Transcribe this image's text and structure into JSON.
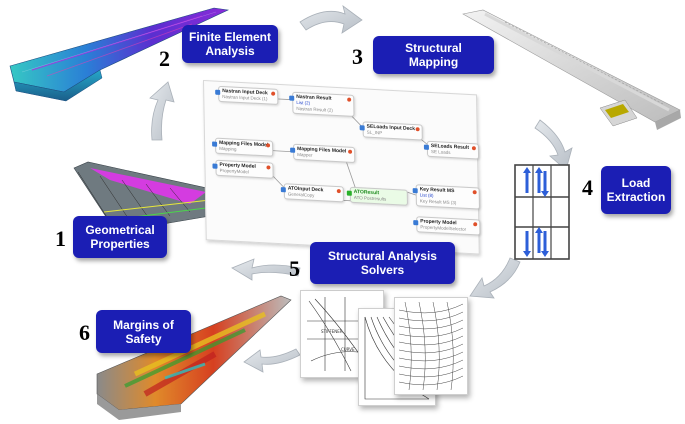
{
  "stages": [
    {
      "number": "1",
      "label_line1": "Geometrical",
      "label_line2": "Properties"
    },
    {
      "number": "2",
      "label_line1": "Finite Element",
      "label_line2": "Analysis"
    },
    {
      "number": "3",
      "label_line1": "Structural",
      "label_line2": "Mapping"
    },
    {
      "number": "4",
      "label_line1": "Load",
      "label_line2": "Extraction"
    },
    {
      "number": "5",
      "label_line1": "Structural Analysis",
      "label_line2": "Solvers"
    },
    {
      "number": "6",
      "label_line1": "Margins of",
      "label_line2": "Safety"
    }
  ],
  "workflow_nodes": [
    {
      "title": "Nastran Input Deck",
      "sub": "Nastran Input Deck (1)",
      "link": ""
    },
    {
      "title": "Nastran Result",
      "sub": "Nastran Result (2)",
      "link": "List (2)"
    },
    {
      "title": "SELoads Input Deck",
      "sub": "SL_INP",
      "link": ""
    },
    {
      "title": "SELoads Result",
      "sub": "SE Loads",
      "link": ""
    },
    {
      "title": "Mapping Files Model",
      "sub": "Mapping",
      "link": ""
    },
    {
      "title": "Mapping Files Model",
      "sub": "Mapper",
      "link": ""
    },
    {
      "title": "Property Model",
      "sub": "PropertyModel",
      "link": ""
    },
    {
      "title": "ATOInput Deck",
      "sub": "GeneralCopy",
      "link": ""
    },
    {
      "title": "ATOResult",
      "sub": "ATO Postresults",
      "link": ""
    },
    {
      "title": "Key Result MS",
      "sub": "Key Result MS (3)",
      "link": "List (8)"
    },
    {
      "title": "Property Model",
      "sub": "PropertyModelSelector",
      "link": ""
    }
  ],
  "colors": {
    "label_box": "#1b1eb4",
    "arrow": "#c9cfd6"
  }
}
